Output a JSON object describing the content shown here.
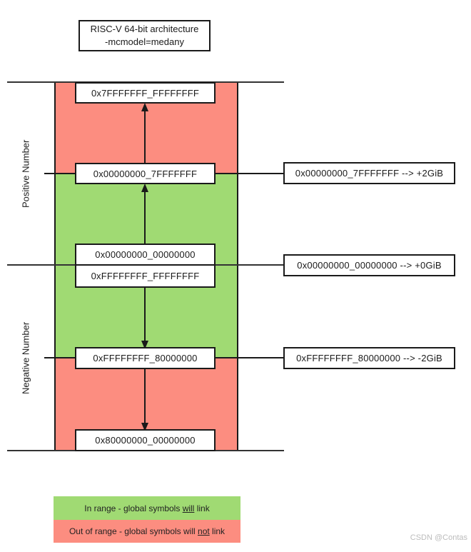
{
  "title": {
    "line1": "RISC-V 64-bit architecture",
    "line2": "-mcmodel=medany"
  },
  "side_labels": {
    "positive": "Positive Number",
    "negative": "Negative Number"
  },
  "memory_boxes": {
    "top_max": "0x7FFFFFFF_FFFFFFFF",
    "pos_2gib": "0x00000000_7FFFFFFF",
    "zero": "0x00000000_00000000",
    "neg_one": "0xFFFFFFFF_FFFFFFFF",
    "neg_2gib": "0xFFFFFFFF_80000000",
    "bottom_min": "0x80000000_00000000"
  },
  "annotations": {
    "pos_2gib": "0x00000000_7FFFFFFF --> +2GiB",
    "zero": "0x00000000_00000000 --> +0GiB",
    "neg_2gib": "0xFFFFFFFF_80000000 --> -2GiB"
  },
  "legend": {
    "in_range": {
      "prefix": "In range - global symbols ",
      "underlined": "will",
      "suffix": " link"
    },
    "out_of_range": {
      "prefix": "Out of range - global symbols will ",
      "underlined": "not",
      "suffix": " link"
    }
  },
  "watermark": "CSDN @Contas",
  "colors": {
    "in_range_green": "#A0DA73",
    "out_of_range_red": "#FC8D80",
    "line_black": "#1a1a1a"
  }
}
